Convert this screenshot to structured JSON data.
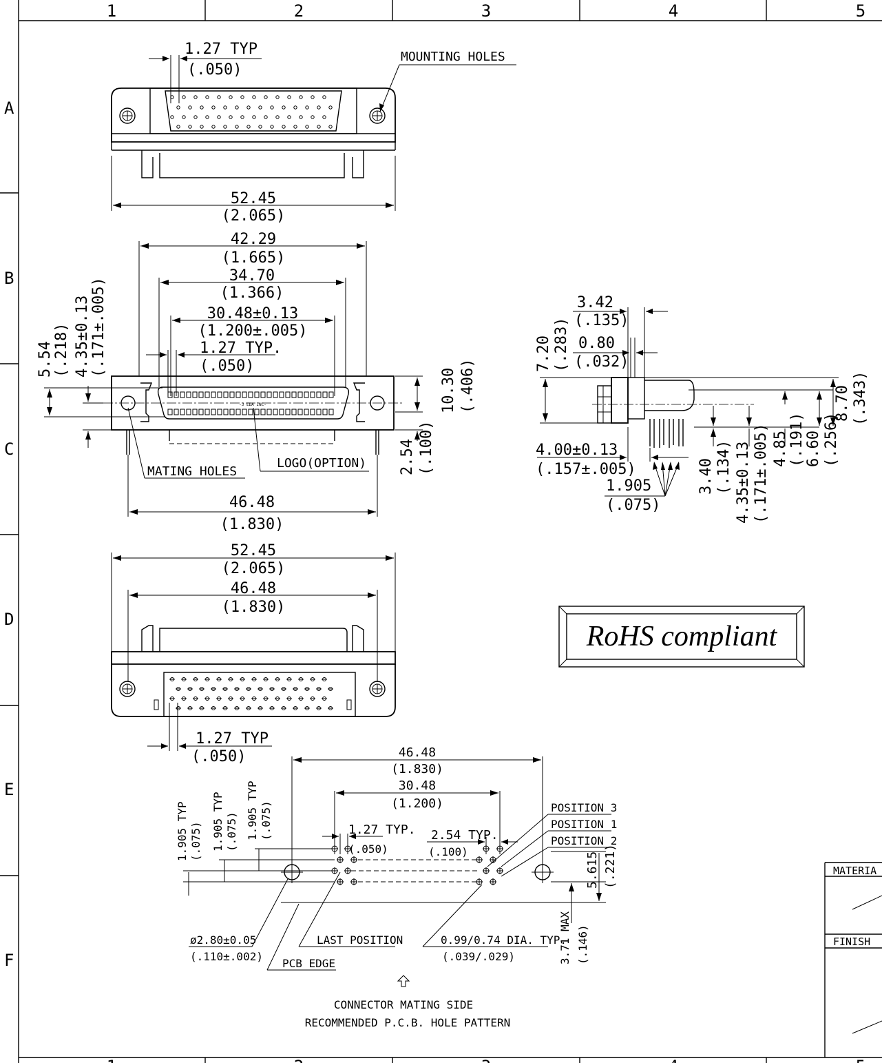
{
  "frame": {
    "columns": [
      "1",
      "2",
      "3",
      "4",
      "5"
    ],
    "rows": [
      "A",
      "B",
      "C",
      "D",
      "E",
      "F"
    ]
  },
  "view_top": {
    "pitch": "1.27 TYP",
    "pitch_in": "(.050)",
    "mounting_holes": "MOUNTING HOLES",
    "width": "52.45",
    "width_in": "(2.065)"
  },
  "view_front": {
    "d1": "42.29",
    "d1_in": "(1.665)",
    "d2": "34.70",
    "d2_in": "(1.366)",
    "d3": "30.48±0.13",
    "d3_in": "(1.200±.005)",
    "pitch": "1.27 TYP.",
    "pitch_in": "(.050)",
    "h1": "5.54",
    "h1_in": "(.218)",
    "h2": "4.35±0.13",
    "h2_in": "(.171±.005)",
    "height": "10.30",
    "height_in": "(.406)",
    "tail": "2.54",
    "tail_in": "(.100)",
    "mating_holes": "MATING HOLES",
    "logo": "LOGO(OPTION)",
    "logo_mark": "-3 EDA INC-",
    "span": "46.48",
    "span_in": "(1.830)"
  },
  "view_side": {
    "a": "3.42",
    "a_in": "(.135)",
    "b": "0.80",
    "b_in": "(.032)",
    "c": "7.20",
    "c_in": "(.283)",
    "d": "4.00±0.13",
    "d_in": "(.157±.005)",
    "e": "1.905",
    "e_in": "(.075)",
    "f": "3.40",
    "f_in": "(.134)",
    "g": "4.35±0.13",
    "g_in": "(.171±.005)",
    "h": "4.85",
    "h_in": "(.191)",
    "i": "6.60",
    "i_in": "(.256)",
    "j": "8.70",
    "j_in": "(.343)"
  },
  "view_bottom": {
    "w1": "52.45",
    "w1_in": "(2.065)",
    "w2": "46.48",
    "w2_in": "(1.830)",
    "pitch": "1.27 TYP",
    "pitch_in": "(.050)"
  },
  "rohs": "RoHS compliant",
  "pcb": {
    "w1": "46.48",
    "w1_in": "(1.830)",
    "w2": "30.48",
    "w2_in": "(1.200)",
    "p1": "1.27 TYP.",
    "p1_in": "(.050)",
    "p2": "2.54 TYP.",
    "p2_in": "(.100)",
    "pos3": "POSITION 3",
    "pos1": "POSITION 1",
    "pos2": "POSITION 2",
    "r1": "1.905 TYP",
    "r1_in": "(.075)",
    "r2": "1.905 TYP",
    "r2_in": "(.075)",
    "r3": "1.905 TYP",
    "r3_in": "(.075)",
    "edge_dim": "5.615",
    "edge_dim_in": "(.221)",
    "hole": "ø2.80±0.05",
    "hole_in": "(.110±.002)",
    "last_position": "LAST POSITION",
    "pcb_edge": "PCB EDGE",
    "dia": "0.99/0.74 DIA. TYP.",
    "dia_in": "(.039/.029)",
    "max": "3.71 MAX",
    "max_in": "(.146)",
    "mating_side": "CONNECTOR MATING SIDE",
    "pattern_title": "RECOMMENDED P.C.B. HOLE PATTERN"
  },
  "title_block": {
    "material": "MATERIA",
    "finish": "FINISH"
  }
}
